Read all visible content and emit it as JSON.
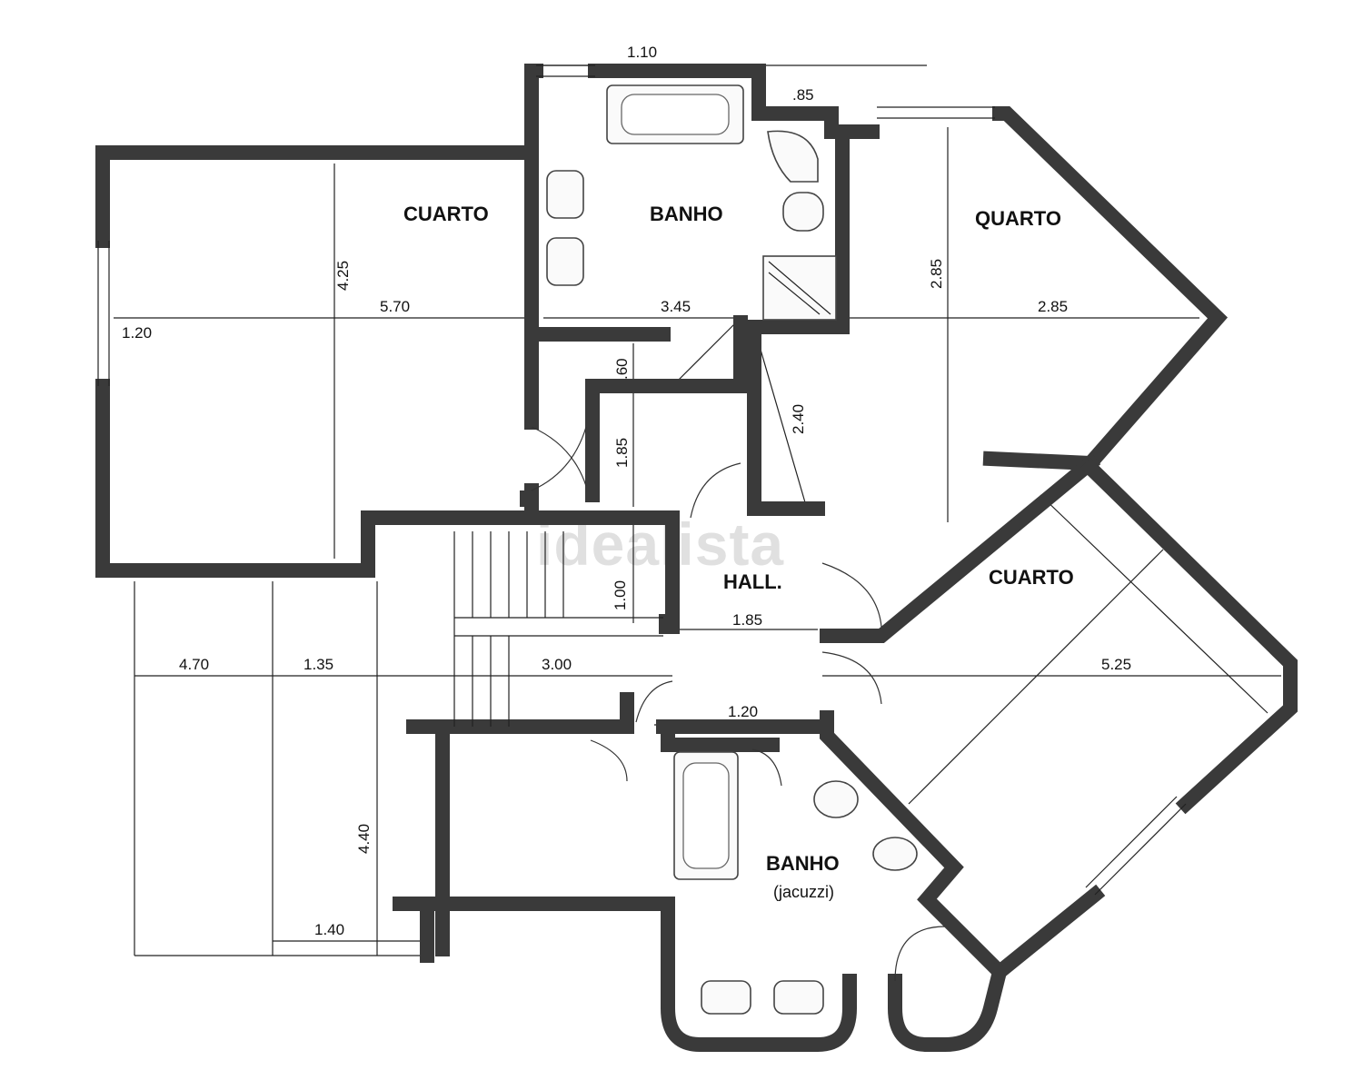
{
  "watermark": "idealista",
  "rooms": {
    "cuarto_left": "CUARTO",
    "banho_top": "BANHO",
    "quarto_right": "QUARTO",
    "cuarto_right": "CUARTO",
    "hall": "HALL.",
    "banho_bottom": "BANHO",
    "banho_bottom_sub": "(jacuzzi)"
  },
  "dimensions": {
    "top_width": "1.10",
    "top_right": ".85",
    "cuarto_height": "4.25",
    "cuarto_width": "5.70",
    "window_left": "1.20",
    "banho_width": "3.45",
    "quarto_height": "2.85",
    "quarto_width": "2.85",
    "corridor_a": ".60",
    "corridor_b": "1.85",
    "closet_height": "2.40",
    "stair_landing": "1.00",
    "hall_width": "1.85",
    "terrace_width": "4.70",
    "terrace_mid": "1.35",
    "stair_run": "3.00",
    "cuarto_right_width": "5.25",
    "hall_lower": "1.20",
    "terrace_height": "4.40",
    "terrace_bottom": "1.40"
  }
}
